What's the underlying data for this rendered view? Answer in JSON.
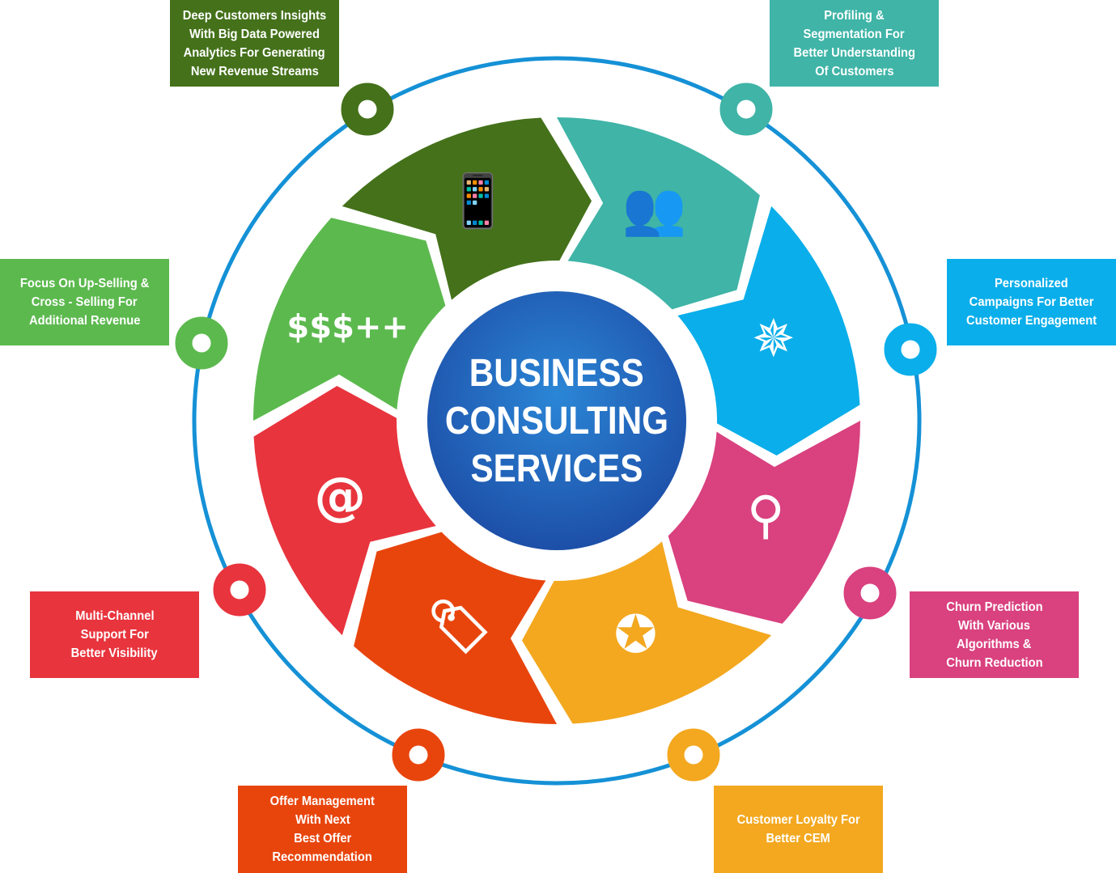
{
  "center": {
    "lines": [
      "BUSINESS",
      "CONSULTING",
      "SERVICES"
    ],
    "color_inner": "#2b86d6",
    "color_outer": "#1d4fa8"
  },
  "ring_color": "#1591d6",
  "segments": [
    {
      "color": "#44711a",
      "icon": "analytics-search-phone-icon",
      "glyph": "📱",
      "label": [
        "Deep Customers Insights",
        "With Big Data Powered",
        "Analytics For Generating",
        "New Revenue Streams"
      ]
    },
    {
      "color": "#3fb4a7",
      "icon": "customer-search-icon",
      "glyph": "👥",
      "label": [
        "Profiling &",
        "Segmentation For",
        "Better Understanding",
        "Of Customers"
      ]
    },
    {
      "color": "#0aaeea",
      "icon": "compass-star-icon",
      "glyph": "✵",
      "label": [
        "Personalized",
        "Campaigns For Better",
        "Customer Engagement"
      ]
    },
    {
      "color": "#d9417f",
      "icon": "bucket-search-icon",
      "glyph": "⚲",
      "label": [
        "Churn Prediction",
        "With Various",
        "Algorithms &",
        "Churn Reduction"
      ]
    },
    {
      "color": "#f3a81f",
      "icon": "award-ribbon-icon",
      "glyph": "✪",
      "label": [
        "Customer Loyalty For",
        "Better CEM"
      ]
    },
    {
      "color": "#e8450d",
      "icon": "price-tags-icon",
      "glyph": "🏷",
      "label": [
        "Offer Management",
        "With Next",
        "Best Offer",
        "Recommendation"
      ]
    },
    {
      "color": "#e8343d",
      "icon": "multichannel-box-icon",
      "glyph": "@",
      "label": [
        "Multi-Channel",
        "Support For",
        "Better Visibility"
      ]
    },
    {
      "color": "#5cb94e",
      "icon": "money-bags-icon",
      "glyph": "$$$++",
      "label": [
        "Focus On Up-Selling &",
        "Cross - Selling For",
        "Additional Revenue"
      ]
    }
  ]
}
